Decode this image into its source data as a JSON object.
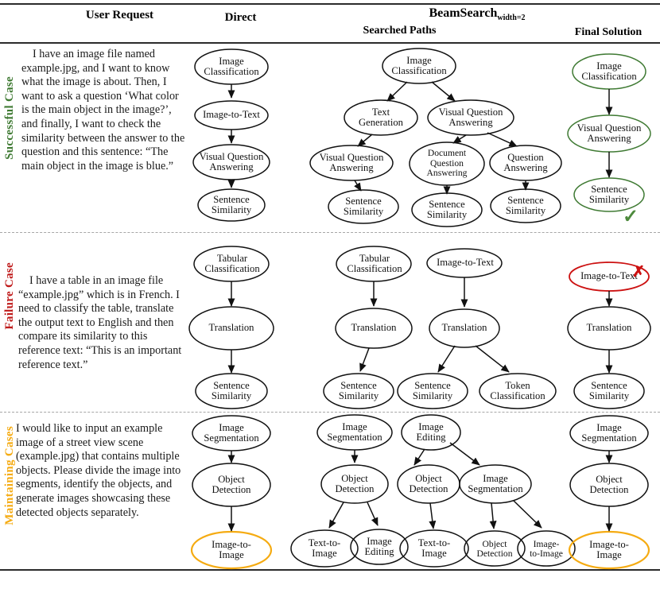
{
  "header": {
    "user_request": "User Request",
    "direct": "Direct",
    "beam_search": "BeamSearch",
    "beam_search_sub": "width=2",
    "searched_paths": "Searched Paths",
    "final_solution": "Final Solution"
  },
  "colors": {
    "success": "#3f7a33",
    "failure": "#bf1a1a",
    "maintain": "#f5ab12",
    "node_stroke": "#111111",
    "rule": "#2b2b2b",
    "dashed_rule": "#a6a6a6"
  },
  "rows": [
    {
      "label": "Successful Case",
      "label_color": "#3f7a33",
      "request": "I have an image file named example.jpg, and I want to know what the image is about. Then, I want to ask a question ‘What color is the main object in the image?’, and finally, I want to check the similarity between the answer to the question and this sentence: “The main object in the image is blue.”",
      "direct": {
        "nodes": [
          "Image\nClassification",
          "Image-to-Text",
          "Visual Question\nAnswering",
          "Sentence\nSimilarity"
        ]
      },
      "searched_paths": {
        "nodes": [
          "Image\nClassification",
          "Text\nGeneration",
          "Visual Question\nAnswering",
          "Visual Question\nAnswering",
          "Document\nQuestion\nAnswering",
          "Question\nAnswering",
          "Sentence\nSimilarity",
          "Sentence\nSimilarity",
          "Sentence\nSimilarity"
        ]
      },
      "final_solution": {
        "nodes": [
          "Image\nClassification",
          "Visual Question\nAnswering",
          "Sentence\nSimilarity"
        ],
        "verdict": "✓",
        "verdict_kind": "check"
      }
    },
    {
      "label": "Failure Case",
      "label_color": "#bf1a1a",
      "request": "I have a table in an image file “example.jpg” which is in French. I need to classify the table, translate the output text to English and then compare its similarity to this reference text: “This is an important reference text.”",
      "direct": {
        "nodes": [
          "Tabular\nClassification",
          "Translation",
          "Sentence\nSimilarity"
        ]
      },
      "searched_paths": {
        "nodes": [
          "Tabular\nClassification",
          "Image-to-Text",
          "Translation",
          "Translation",
          "Sentence\nSimilarity",
          "Sentence\nSimilarity",
          "Token\nClassification"
        ]
      },
      "final_solution": {
        "nodes": [
          "Image-to-Text",
          "Translation",
          "Sentence\nSimilarity"
        ],
        "verdict": "✗",
        "verdict_kind": "cross"
      }
    },
    {
      "label": "Maintaining Cases",
      "label_color": "#f5ab12",
      "request": "I would like to input an example image of a street view scene (example.jpg) that contains multiple objects. Please divide the image into segments, identify the objects, and generate images showcasing these detected objects separately.",
      "direct": {
        "nodes": [
          "Image\nSegmentation",
          "Object\nDetection",
          "Image-to-\nImage"
        ]
      },
      "searched_paths": {
        "nodes": [
          "Image\nSegmentation",
          "Image\nEditing",
          "Object\nDetection",
          "Object\nDetection",
          "Image\nSegmentation",
          "Text-to-\nImage",
          "Image\nEditing",
          "Text-to-\nImage",
          "Object\nDetection",
          "Image-\nto-Image"
        ]
      },
      "final_solution": {
        "nodes": [
          "Image\nSegmentation",
          "Object\nDetection",
          "Image-to-\nImage"
        ],
        "verdict": "",
        "verdict_kind": "none"
      }
    }
  ]
}
